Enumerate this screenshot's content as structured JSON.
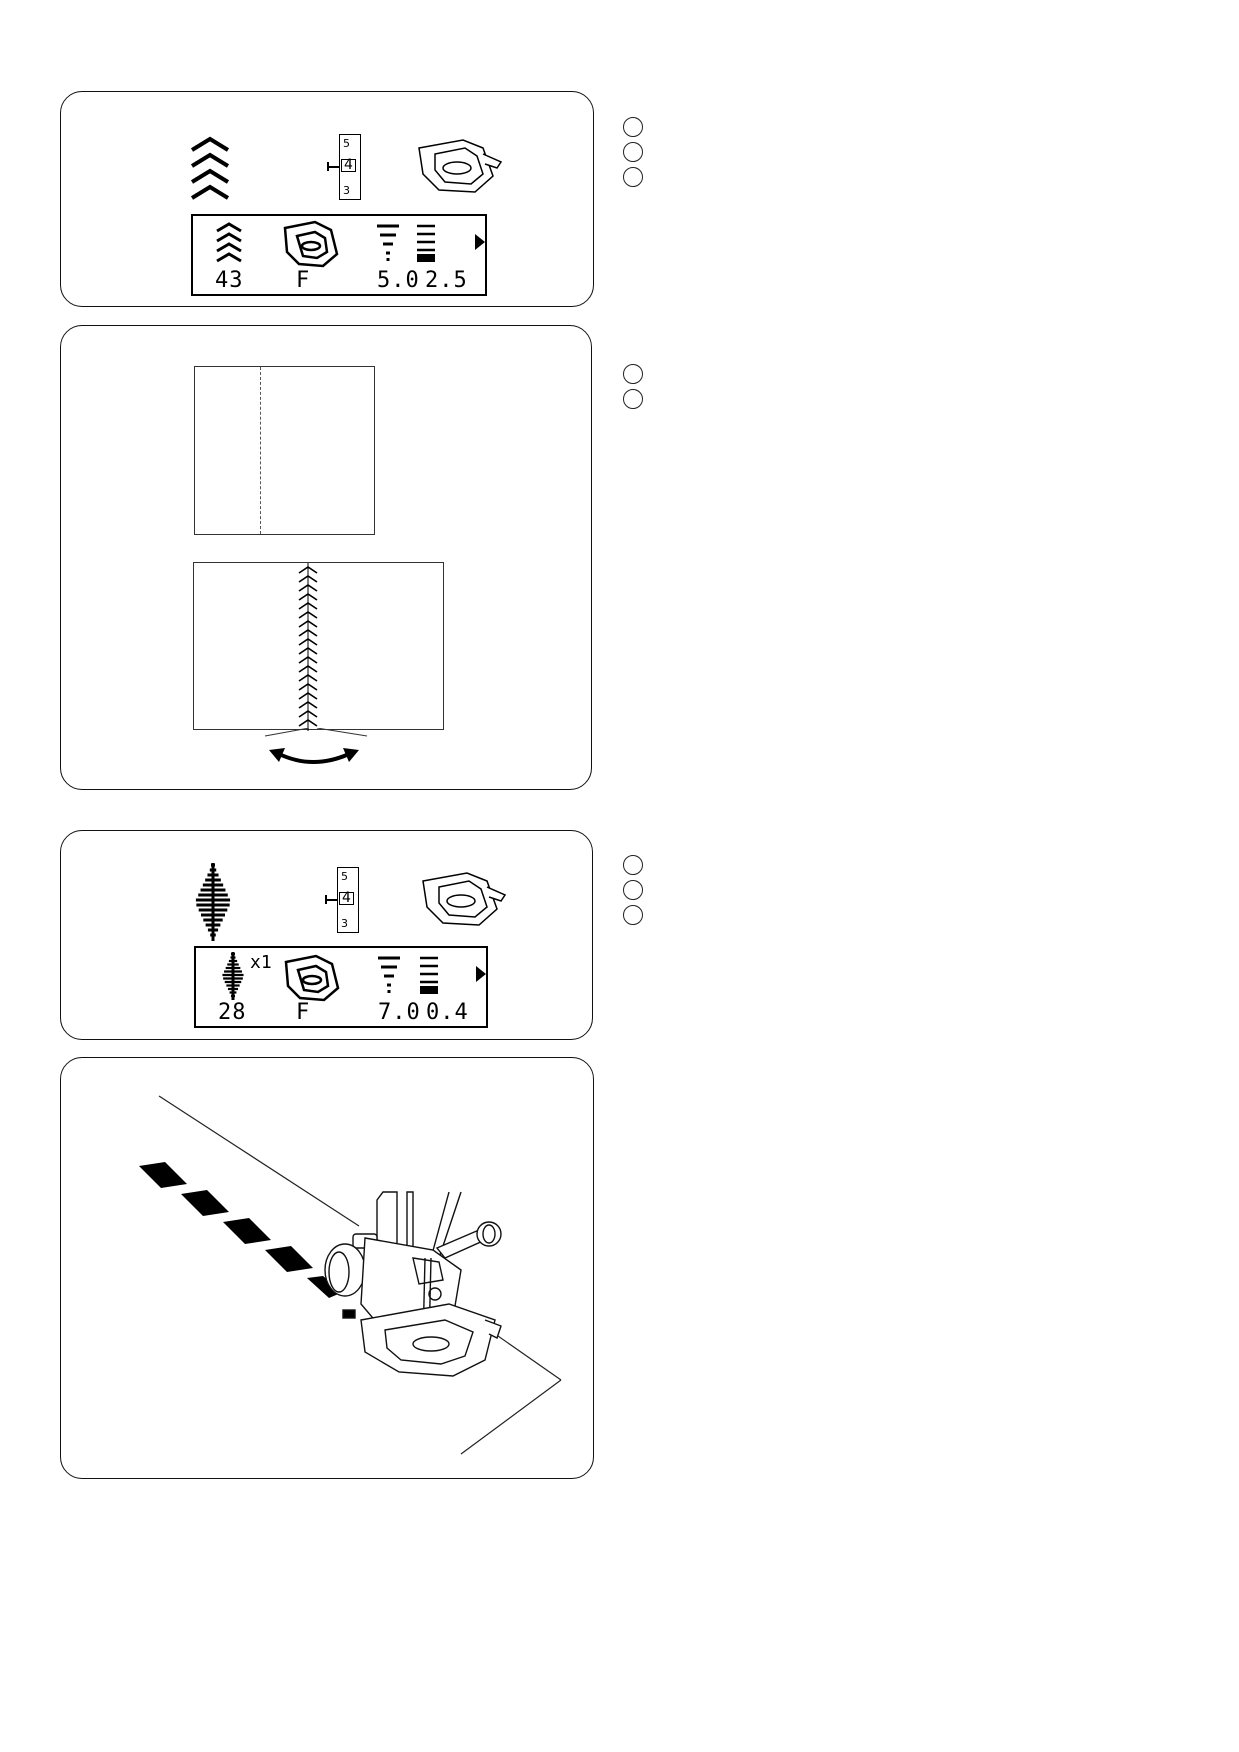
{
  "panel1": {
    "lcd": {
      "pattern_number": "43",
      "foot": "F",
      "width": "5.0",
      "length": "2.5"
    },
    "dial": {
      "top": "5",
      "mid": "4",
      "bottom": "3"
    },
    "markers": 3
  },
  "panel3": {
    "lcd": {
      "pattern_number": "28",
      "repeat": "x1",
      "foot": "F",
      "width": "7.0",
      "length": "0.4"
    },
    "dial": {
      "top": "5",
      "mid": "4",
      "bottom": "3"
    },
    "markers": 3
  },
  "panel2": {
    "markers": 2
  },
  "icons": {
    "zigzag": "three-step-zigzag-stitch-icon",
    "satin": "satin-diamond-stitch-icon",
    "foot": "satin-foot-f-icon",
    "dial": "tension-dial-icon",
    "width": "stitch-width-icon",
    "length": "stitch-length-icon"
  }
}
